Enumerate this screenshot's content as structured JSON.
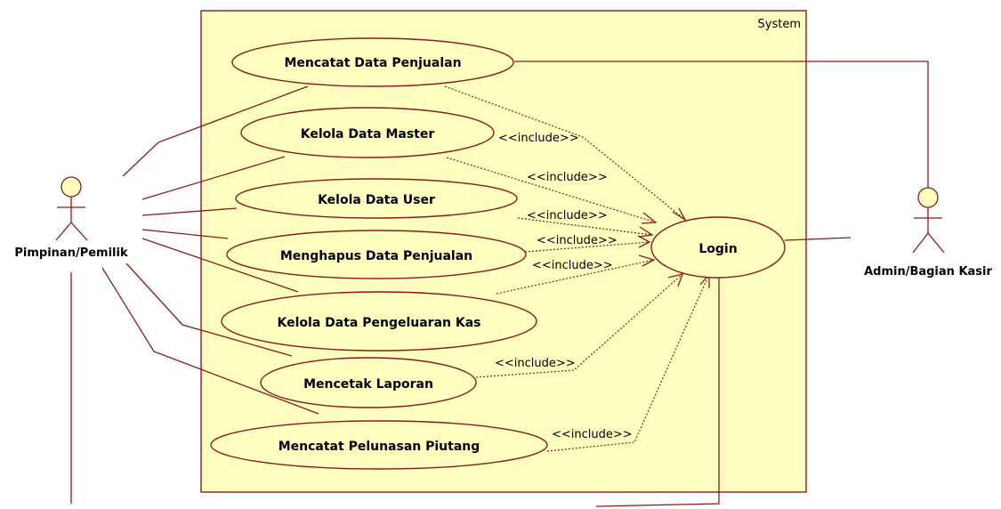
{
  "system": {
    "label": "System"
  },
  "actors": {
    "left": "Pimpinan/Pemilik",
    "right": "Admin/Bagian Kasir"
  },
  "use_cases": {
    "mencatat_penjualan": "Mencatat Data Penjualan",
    "kelola_master": "Kelola Data Master",
    "kelola_user": "Kelola Data User",
    "menghapus_penjualan": "Menghapus Data Penjualan",
    "kelola_pengeluaran": "Kelola Data Pengeluaran Kas",
    "mencetak_laporan": "Mencetak Laporan",
    "mencatat_pelunasan": "Mencatat Pelunasan Piutang",
    "login": "Login"
  },
  "include_label": "<<include>>",
  "colors": {
    "fill": "#ffffc0",
    "stroke": "#8b1a1a"
  }
}
